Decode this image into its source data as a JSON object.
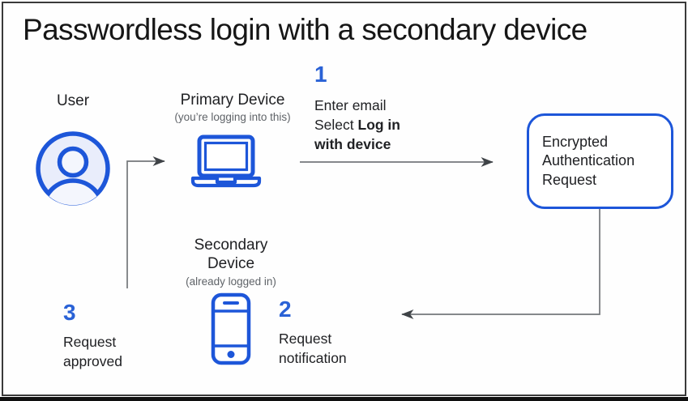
{
  "title": "Passwordless login with a secondary device",
  "nodes": {
    "user": {
      "label": "User"
    },
    "primary_device": {
      "label": "Primary Device",
      "sublabel": "(you’re logging into this)"
    },
    "secondary_device": {
      "label": "Secondary Device",
      "sublabel": "(already logged in)"
    },
    "auth_request": {
      "label": "Encrypted Authentication Request"
    }
  },
  "steps": {
    "one": {
      "number": "1",
      "line1": "Enter email",
      "line2_normal": "Select ",
      "line2_bold": "Log in",
      "line3_bold": "with device"
    },
    "two": {
      "number": "2",
      "line1": "Request",
      "line2": "notification"
    },
    "three": {
      "number": "3",
      "line1": "Request",
      "line2": "approved"
    }
  },
  "icons": {
    "user": "user-avatar-icon",
    "primary_device": "laptop-icon",
    "secondary_device": "smartphone-icon"
  },
  "flow": [
    "step 1: user enters email on primary device and selects Log in with device",
    "primary device sends encrypted authentication request",
    "step 2: request notification sent to secondary device",
    "step 3: request approved, user logged into primary device"
  ],
  "colors": {
    "accent_blue": "#1D56D9",
    "number_blue": "#2A62D6",
    "avatar_fill": "#E9EDFB",
    "arrow_gray": "#74777B",
    "arrowhead_gray": "#3F4347",
    "subtitle_gray": "#5F6368",
    "text_dark": "#202124",
    "frame_border": "#3A3A3A",
    "bottom_strip": "#101010"
  }
}
